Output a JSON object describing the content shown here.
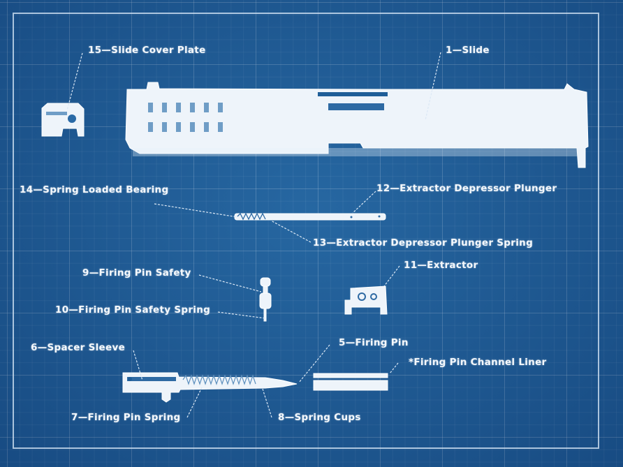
{
  "diagram": {
    "type": "exploded-parts-blueprint",
    "colors": {
      "background": "#1f5e98",
      "ink": "#eef4fa",
      "grid": "#6f9dc6"
    },
    "parts": [
      {
        "num": "1",
        "name": "Slide",
        "label": "1—Slide"
      },
      {
        "num": "5",
        "name": "Firing Pin",
        "label": "5—Firing Pin"
      },
      {
        "num": "6",
        "name": "Spacer Sleeve",
        "label": "6—Spacer Sleeve"
      },
      {
        "num": "7",
        "name": "Firing Pin Spring",
        "label": "7—Firing Pin Spring"
      },
      {
        "num": "8",
        "name": "Spring Cups",
        "label": "8—Spring Cups"
      },
      {
        "num": "9",
        "name": "Firing Pin Safety",
        "label": "9—Firing Pin Safety"
      },
      {
        "num": "10",
        "name": "Firing Pin Safety Spring",
        "label": "10—Firing Pin Safety Spring"
      },
      {
        "num": "11",
        "name": "Extractor",
        "label": "11—Extractor"
      },
      {
        "num": "12",
        "name": "Extractor Depressor Plunger",
        "label": "12—Extractor Depressor Plunger"
      },
      {
        "num": "13",
        "name": "Extractor Depressor Plunger Spring",
        "label": "13—Extractor Depressor Plunger Spring"
      },
      {
        "num": "14",
        "name": "Spring Loaded Bearing",
        "label": "14—Spring Loaded Bearing"
      },
      {
        "num": "15",
        "name": "Slide Cover Plate",
        "label": "15—Slide Cover Plate"
      },
      {
        "num": "*",
        "name": "Firing Pin Channel Liner",
        "label": "*Firing Pin Channel Liner"
      }
    ]
  }
}
